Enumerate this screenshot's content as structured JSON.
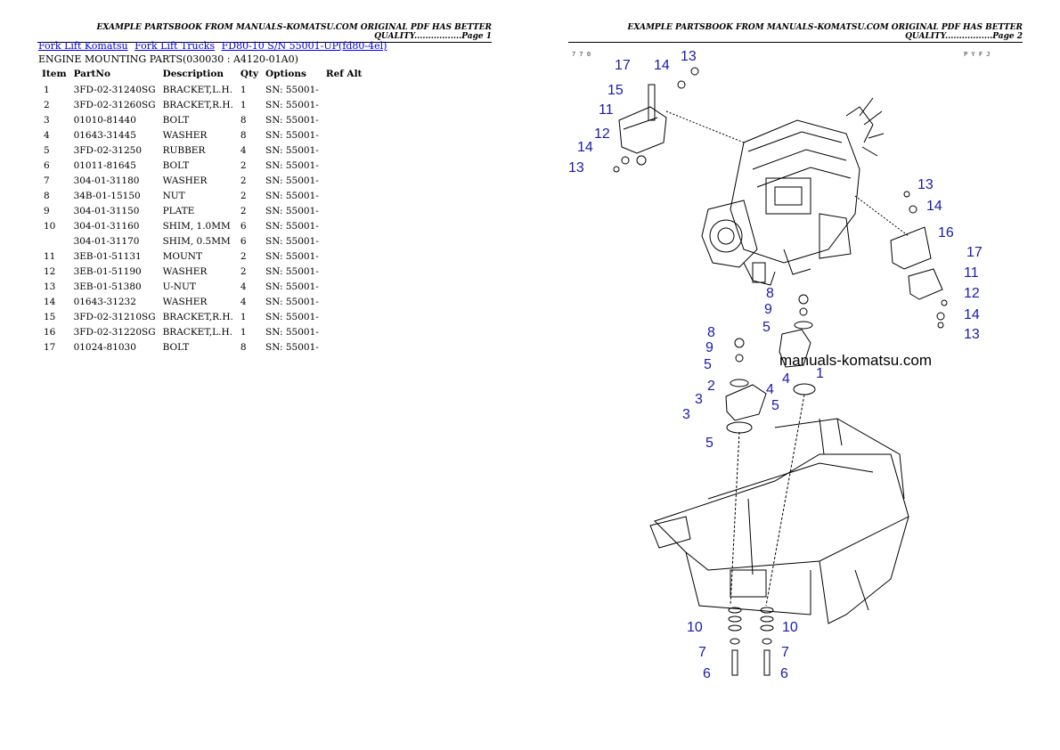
{
  "header": {
    "page1": "EXAMPLE PARTSBOOK FROM MANUALS-KOMATSU.COM ORIGINAL PDF HAS BETTER QUALITY.................Page 1",
    "page2": "EXAMPLE PARTSBOOK FROM MANUALS-KOMATSU.COM ORIGINAL PDF HAS BETTER QUALITY.................Page 2"
  },
  "breadcrumb": [
    "Fork Lift Komatsu",
    "Fork Lift Trucks",
    "FD80-10 S/N 55001-UP(fd80-4el)"
  ],
  "section_title": "ENGINE MOUNTING PARTS(030030 : A4120-01A0)",
  "table": {
    "headers": [
      "Item",
      "PartNo",
      "Description",
      "Qty",
      "Options",
      "Ref Alt"
    ],
    "rows": [
      [
        "1",
        "3FD-02-31240SG",
        "BRACKET,L.H.",
        "1",
        "SN: 55001-",
        ""
      ],
      [
        "2",
        "3FD-02-31260SG",
        "BRACKET,R.H.",
        "1",
        "SN: 55001-",
        ""
      ],
      [
        "3",
        "01010-81440",
        "BOLT",
        "8",
        "SN: 55001-",
        ""
      ],
      [
        "4",
        "01643-31445",
        "WASHER",
        "8",
        "SN: 55001-",
        ""
      ],
      [
        "5",
        "3FD-02-31250",
        "RUBBER",
        "4",
        "SN: 55001-",
        ""
      ],
      [
        "6",
        "01011-81645",
        "BOLT",
        "2",
        "SN: 55001-",
        ""
      ],
      [
        "7",
        "304-01-31180",
        "WASHER",
        "2",
        "SN: 55001-",
        ""
      ],
      [
        "8",
        "34B-01-15150",
        "NUT",
        "2",
        "SN: 55001-",
        ""
      ],
      [
        "9",
        "304-01-31150",
        "PLATE",
        "2",
        "SN: 55001-",
        ""
      ],
      [
        "10",
        "304-01-31160",
        "SHIM, 1.0MM",
        "6",
        "SN: 55001-",
        ""
      ],
      [
        "",
        "304-01-31170",
        "SHIM, 0.5MM",
        "6",
        "SN: 55001-",
        ""
      ],
      [
        "11",
        "3EB-01-51131",
        "MOUNT",
        "2",
        "SN: 55001-",
        ""
      ],
      [
        "12",
        "3EB-01-51190",
        "WASHER",
        "2",
        "SN: 55001-",
        ""
      ],
      [
        "13",
        "3EB-01-51380",
        "U-NUT",
        "4",
        "SN: 55001-",
        ""
      ],
      [
        "14",
        "01643-31232",
        "WASHER",
        "4",
        "SN: 55001-",
        ""
      ],
      [
        "15",
        "3FD-02-31210SG",
        "BRACKET,R.H.",
        "1",
        "SN: 55001-",
        ""
      ],
      [
        "16",
        "3FD-02-31220SG",
        "BRACKET,L.H.",
        "1",
        "SN: 55001-",
        ""
      ],
      [
        "17",
        "01024-81030",
        "BOLT",
        "8",
        "SN: 55001-",
        ""
      ]
    ]
  },
  "diagram": {
    "watermark": "manuals-komatsu.com",
    "corner_left": "7 7 0",
    "corner_right": "P Y F J",
    "callouts": [
      "17",
      "14",
      "13",
      "15",
      "11",
      "12",
      "14",
      "13",
      "13",
      "14",
      "16",
      "17",
      "11",
      "12",
      "14",
      "13",
      "8",
      "9",
      "5",
      "8",
      "9",
      "5",
      "4",
      "1",
      "2",
      "3",
      "4",
      "3",
      "5",
      "5",
      "10",
      "10",
      "7",
      "7",
      "6",
      "6"
    ]
  }
}
